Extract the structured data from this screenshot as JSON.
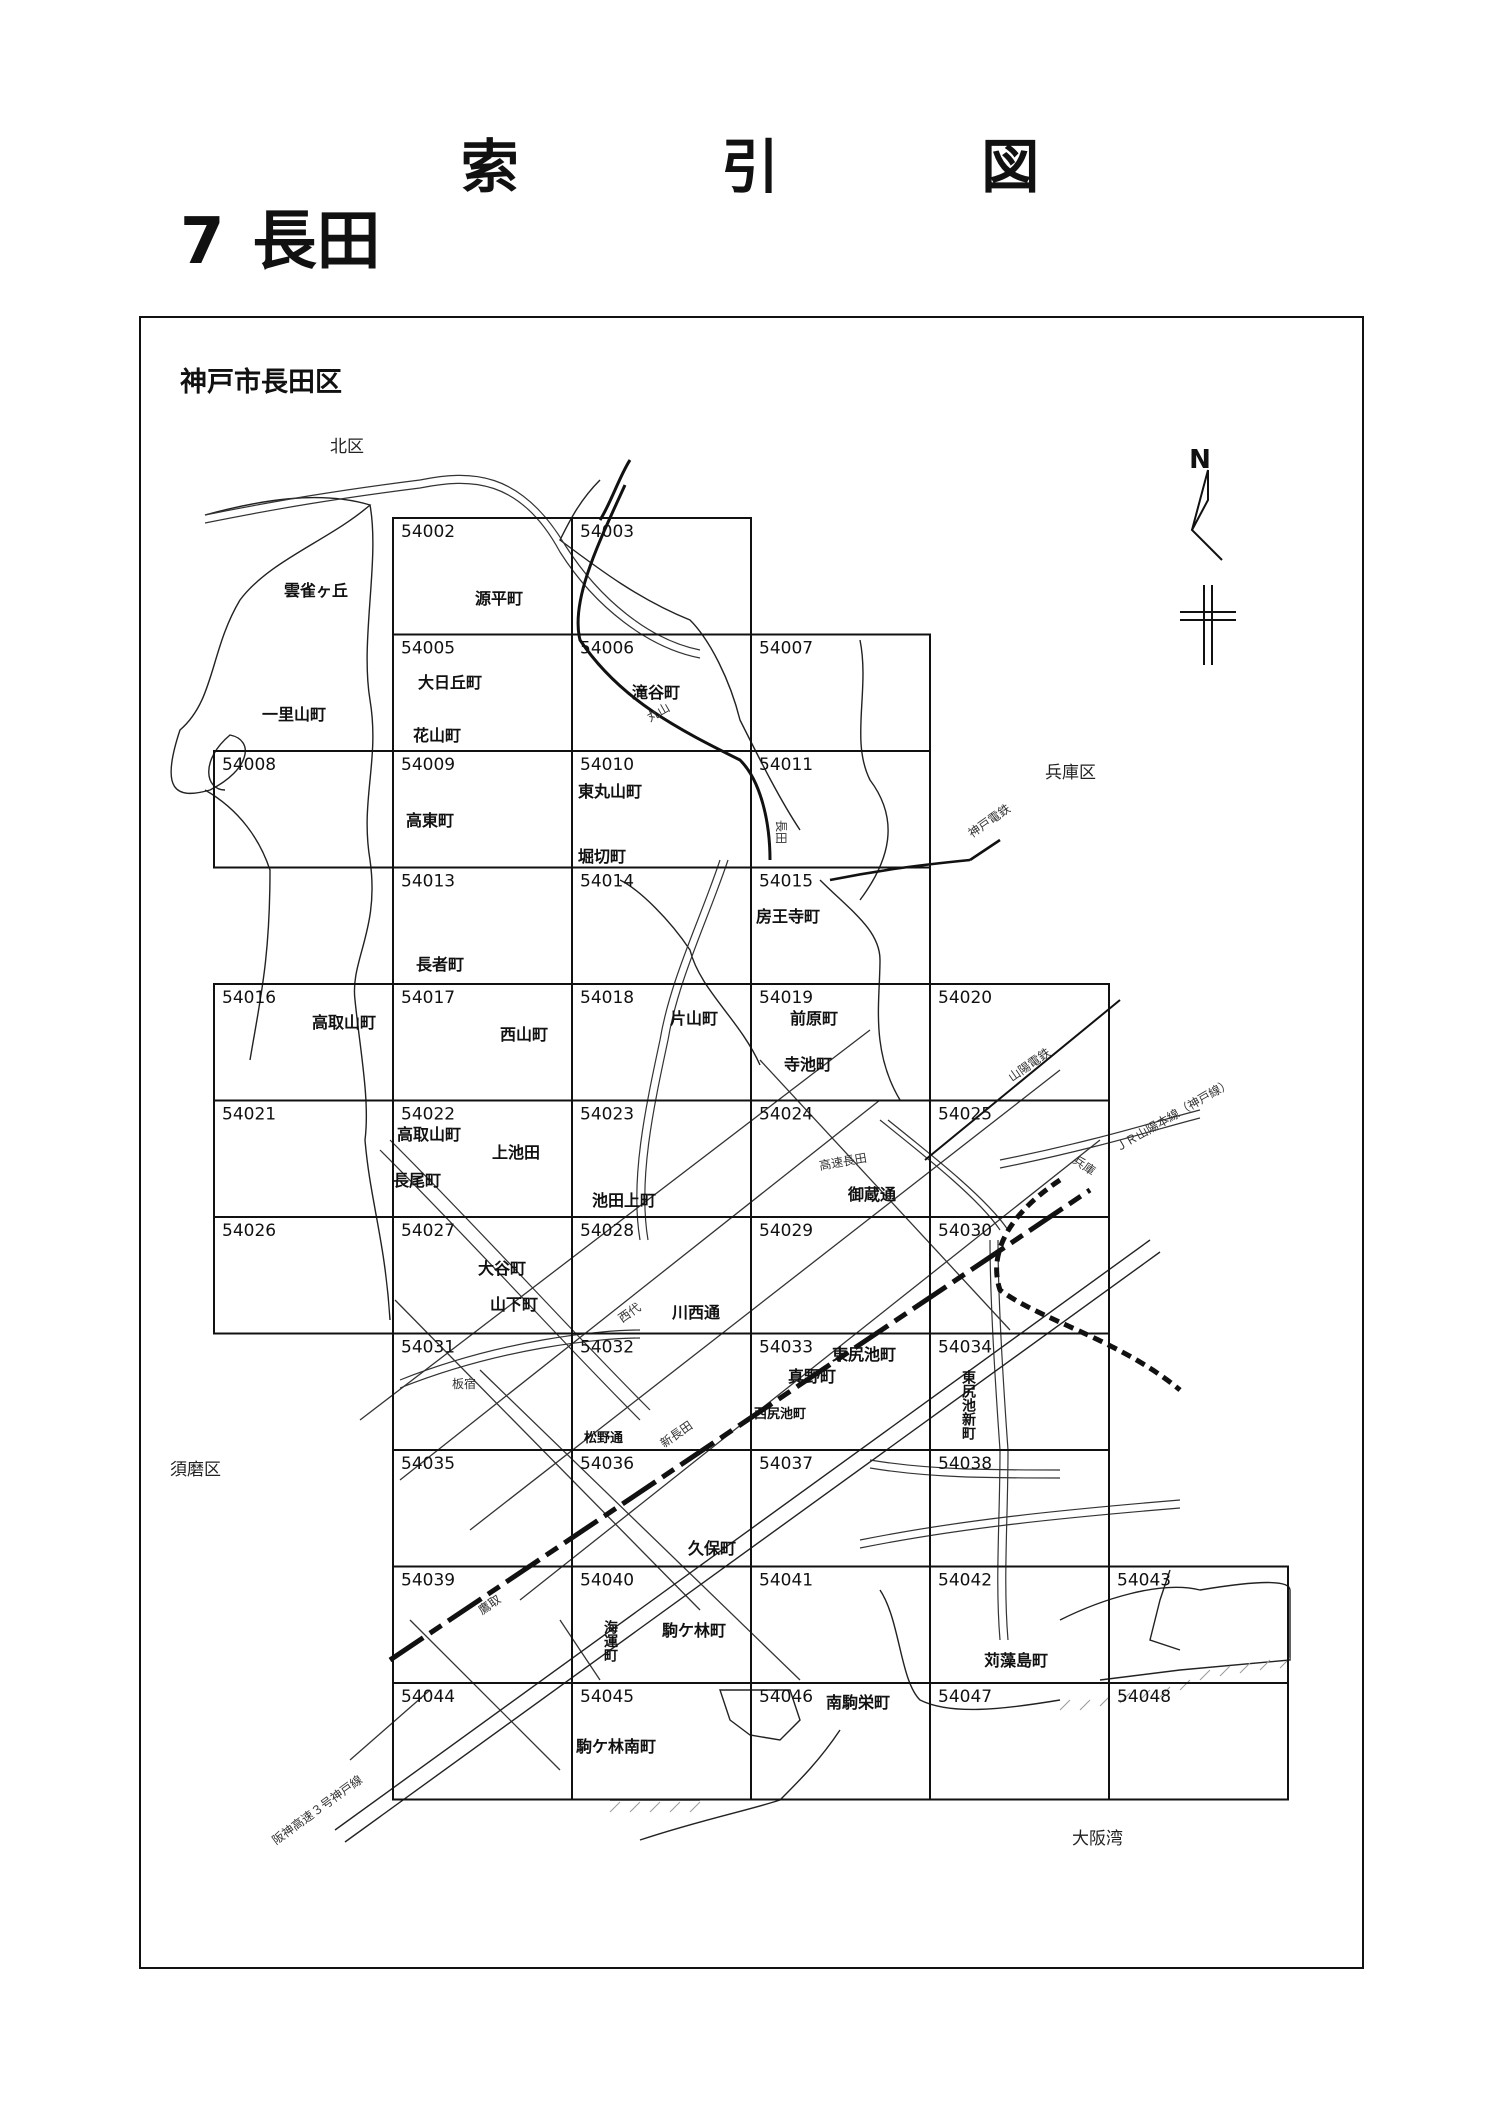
{
  "header": {
    "title_chars": [
      "索",
      "引",
      "図"
    ],
    "map_number": "7",
    "map_name": "長田",
    "ward": "神戸市長田区"
  },
  "compass": {
    "north_label": "N"
  },
  "areas": [
    {
      "name": "北区"
    },
    {
      "name": "兵庫区"
    },
    {
      "name": "須磨区"
    },
    {
      "name": "大阪湾"
    }
  ],
  "railways": [
    {
      "name": "神戸電鉄"
    },
    {
      "name": "山陽電鉄"
    },
    {
      "name": "ＪＲ山陽本線（神戸線）"
    },
    {
      "name": "阪神高速３号神戸線"
    },
    {
      "name": "高速長田"
    },
    {
      "name": "丸山"
    },
    {
      "name": "長田"
    },
    {
      "name": "西代"
    },
    {
      "name": "板宿"
    },
    {
      "name": "新長田"
    },
    {
      "name": "鷹取"
    },
    {
      "name": "兵庫"
    }
  ],
  "cells": [
    {
      "id": "54002",
      "col": 1,
      "row": 0
    },
    {
      "id": "54003",
      "col": 2,
      "row": 0
    },
    {
      "id": "54005",
      "col": 1,
      "row": 1
    },
    {
      "id": "54006",
      "col": 2,
      "row": 1
    },
    {
      "id": "54007",
      "col": 3,
      "row": 1
    },
    {
      "id": "54008",
      "col": 0,
      "row": 2
    },
    {
      "id": "54009",
      "col": 1,
      "row": 2
    },
    {
      "id": "54010",
      "col": 2,
      "row": 2
    },
    {
      "id": "54011",
      "col": 3,
      "row": 2
    },
    {
      "id": "54013",
      "col": 1,
      "row": 3
    },
    {
      "id": "54014",
      "col": 2,
      "row": 3
    },
    {
      "id": "54015",
      "col": 3,
      "row": 3
    },
    {
      "id": "54016",
      "col": 0,
      "row": 4
    },
    {
      "id": "54017",
      "col": 1,
      "row": 4
    },
    {
      "id": "54018",
      "col": 2,
      "row": 4
    },
    {
      "id": "54019",
      "col": 3,
      "row": 4
    },
    {
      "id": "54020",
      "col": 4,
      "row": 4
    },
    {
      "id": "54021",
      "col": 0,
      "row": 5
    },
    {
      "id": "54022",
      "col": 1,
      "row": 5
    },
    {
      "id": "54023",
      "col": 2,
      "row": 5
    },
    {
      "id": "54024",
      "col": 3,
      "row": 5
    },
    {
      "id": "54025",
      "col": 4,
      "row": 5
    },
    {
      "id": "54026",
      "col": 0,
      "row": 6
    },
    {
      "id": "54027",
      "col": 1,
      "row": 6
    },
    {
      "id": "54028",
      "col": 2,
      "row": 6
    },
    {
      "id": "54029",
      "col": 3,
      "row": 6
    },
    {
      "id": "54030",
      "col": 4,
      "row": 6
    },
    {
      "id": "54031",
      "col": 1,
      "row": 7
    },
    {
      "id": "54032",
      "col": 2,
      "row": 7
    },
    {
      "id": "54033",
      "col": 3,
      "row": 7
    },
    {
      "id": "54034",
      "col": 4,
      "row": 7
    },
    {
      "id": "54035",
      "col": 1,
      "row": 8
    },
    {
      "id": "54036",
      "col": 2,
      "row": 8
    },
    {
      "id": "54037",
      "col": 3,
      "row": 8
    },
    {
      "id": "54038",
      "col": 4,
      "row": 8
    },
    {
      "id": "54039",
      "col": 1,
      "row": 9
    },
    {
      "id": "54040",
      "col": 2,
      "row": 9
    },
    {
      "id": "54041",
      "col": 3,
      "row": 9
    },
    {
      "id": "54042",
      "col": 4,
      "row": 9
    },
    {
      "id": "54043",
      "col": 5,
      "row": 9
    },
    {
      "id": "54044",
      "col": 1,
      "row": 10
    },
    {
      "id": "54045",
      "col": 2,
      "row": 10
    },
    {
      "id": "54046",
      "col": 3,
      "row": 10
    },
    {
      "id": "54047",
      "col": 4,
      "row": 10
    },
    {
      "id": "54048",
      "col": 5,
      "row": 10
    }
  ],
  "towns": [
    {
      "name": "雲雀ヶ丘"
    },
    {
      "name": "源平町"
    },
    {
      "name": "大日丘町"
    },
    {
      "name": "滝谷町"
    },
    {
      "name": "一里山町"
    },
    {
      "name": "花山町"
    },
    {
      "name": "東丸山町"
    },
    {
      "name": "高東町"
    },
    {
      "name": "堀切町"
    },
    {
      "name": "房王寺町"
    },
    {
      "name": "長者町"
    },
    {
      "name": "高取山町"
    },
    {
      "name": "西山町"
    },
    {
      "name": "片山町"
    },
    {
      "name": "前原町"
    },
    {
      "name": "寺池町"
    },
    {
      "name": "高取山町"
    },
    {
      "name": "上池田"
    },
    {
      "name": "長尾町"
    },
    {
      "name": "池田上町"
    },
    {
      "name": "御蔵通"
    },
    {
      "name": "大谷町"
    },
    {
      "name": "山下町"
    },
    {
      "name": "川西通"
    },
    {
      "name": "東尻池町"
    },
    {
      "name": "真野町"
    },
    {
      "name": "西尻池町"
    },
    {
      "name": "松野通"
    },
    {
      "name": "東尻池新町"
    },
    {
      "name": "久保町"
    },
    {
      "name": "海運町"
    },
    {
      "name": "駒ケ林町"
    },
    {
      "name": "苅藻島町"
    },
    {
      "name": "南駒栄町"
    },
    {
      "name": "駒ケ林南町"
    }
  ]
}
